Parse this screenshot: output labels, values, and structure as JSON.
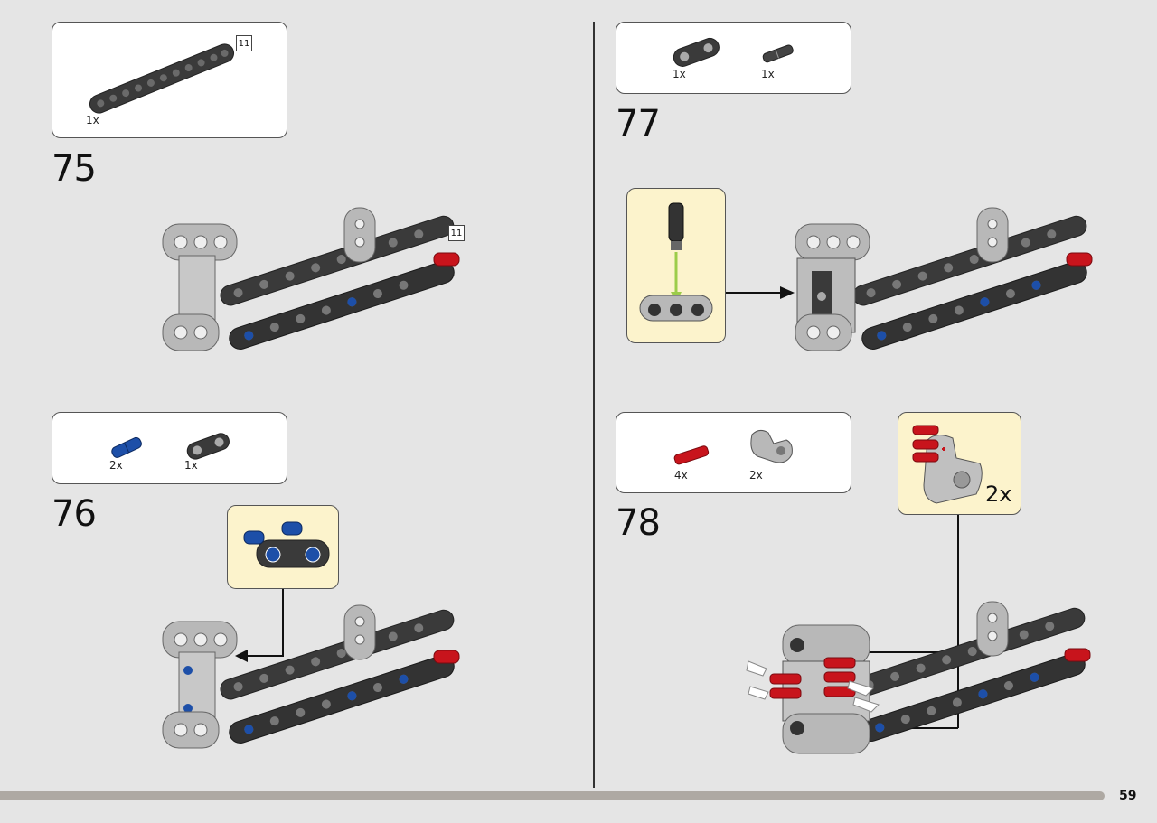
{
  "page": {
    "number": "59"
  },
  "steps": [
    {
      "number": "75",
      "parts": [
        {
          "qty": "1x",
          "icon": "dark-grey-beam-11-icon",
          "length": "11"
        }
      ],
      "assembly_count_label": "11"
    },
    {
      "number": "76",
      "parts": [
        {
          "qty": "2x",
          "icon": "blue-pin-icon"
        },
        {
          "qty": "1x",
          "icon": "double-connector-icon"
        }
      ]
    },
    {
      "number": "77",
      "parts": [
        {
          "qty": "1x",
          "icon": "double-connector-icon"
        },
        {
          "qty": "1x",
          "icon": "axle-pin-icon"
        }
      ]
    },
    {
      "number": "78",
      "parts": [
        {
          "qty": "4x",
          "icon": "red-axle-icon"
        },
        {
          "qty": "2x",
          "icon": "angle-connector-icon"
        }
      ],
      "callout_multiplier": "2x"
    }
  ],
  "colors": {
    "background": "#e5e5e5",
    "callout": "#fcf3cc",
    "beam_dark": "#3a3a3a",
    "beam_light": "#b8b8b8",
    "pin_blue": "#1d4fa8",
    "pin_red": "#c8141c",
    "arrow_green": "#9ccc4a",
    "progress_bar": "#aea9a3"
  }
}
